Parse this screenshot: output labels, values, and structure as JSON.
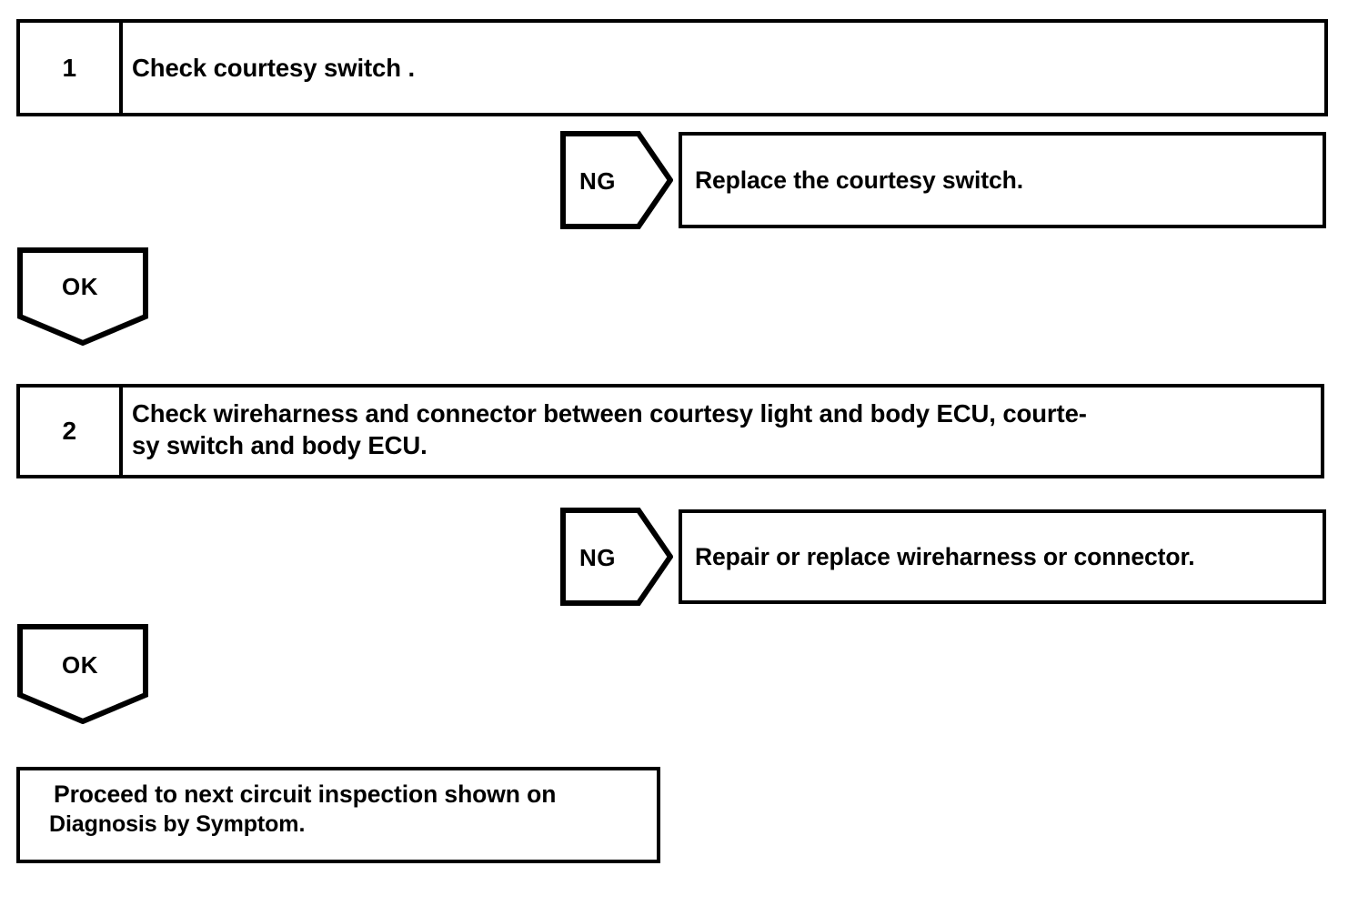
{
  "document": {
    "kind": "troubleshooting-flowchart",
    "background_color": "#ffffff",
    "line_color": "#000000"
  },
  "steps": [
    {
      "number": "1",
      "lines": [
        "Check courtesy switch ."
      ],
      "branch": {
        "label": "NG",
        "result_lines": [
          "Replace the courtesy switch."
        ]
      },
      "pass": {
        "label": "OK"
      }
    },
    {
      "number": "2",
      "lines": [
        "Check wireharness and connector between courtesy light and body ECU, courte-",
        "sy switch and body ECU."
      ],
      "branch": {
        "label": "NG",
        "result_lines": [
          "Repair or replace wireharness or connector."
        ]
      },
      "pass": {
        "label": "OK"
      }
    }
  ],
  "final": {
    "line1": "Proceed to next circuit inspection shown on",
    "line2": "Diagnosis by Symptom."
  }
}
